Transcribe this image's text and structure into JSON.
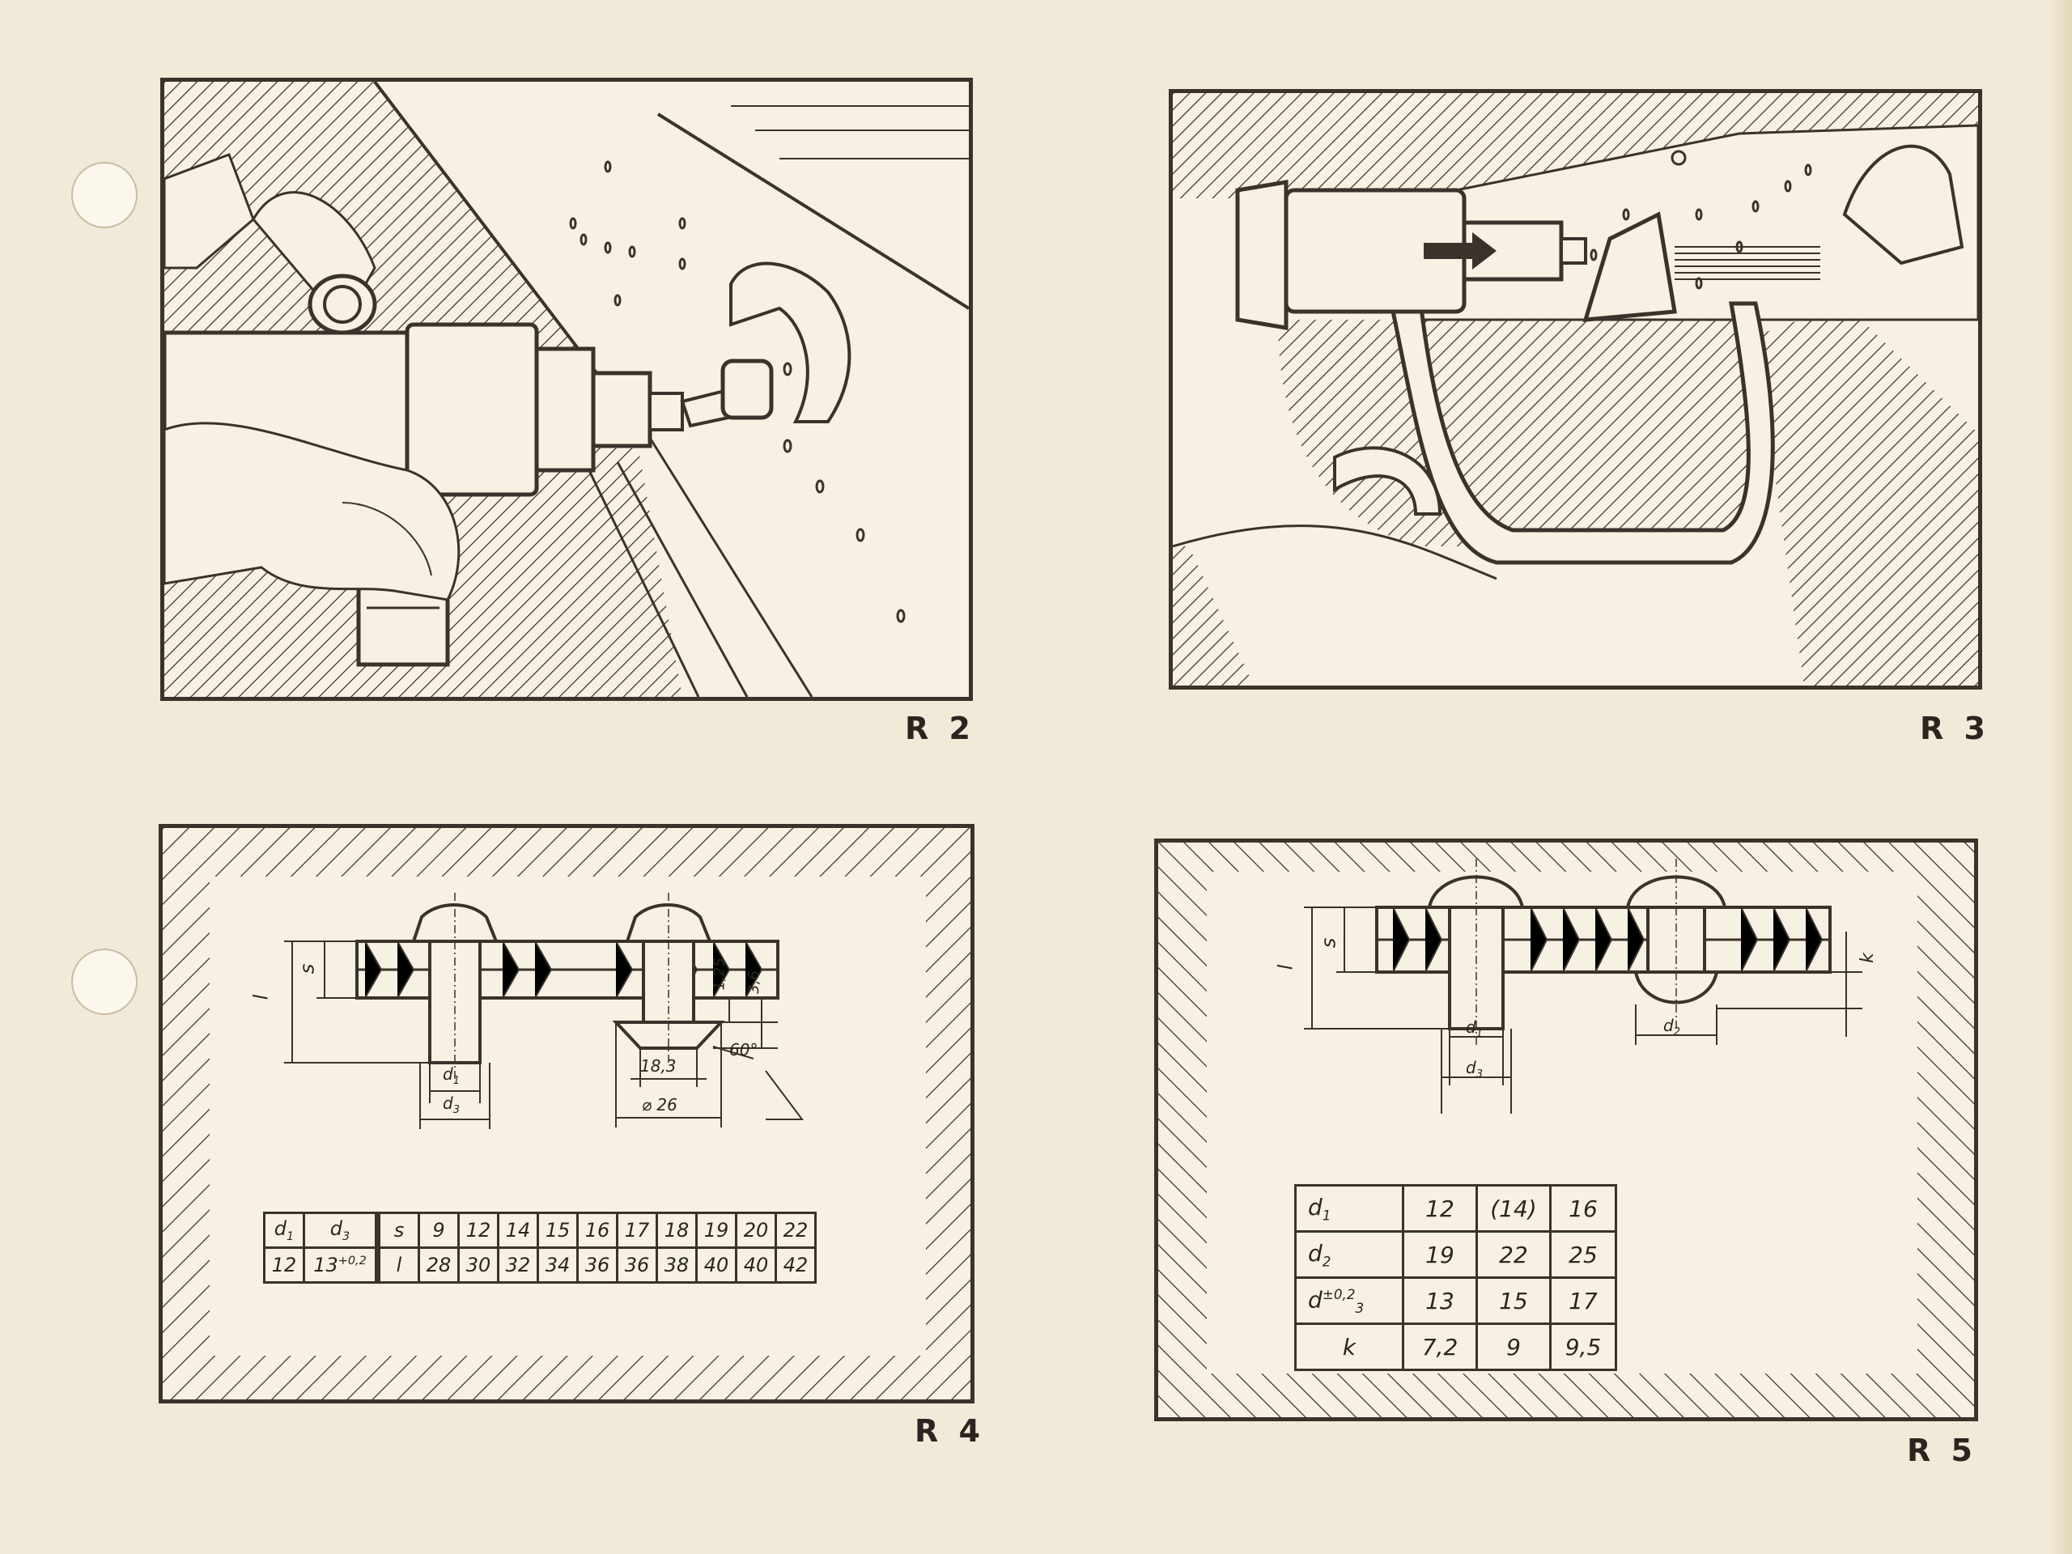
{
  "figures": {
    "r2": {
      "label": "R 2"
    },
    "r3": {
      "label": "R 3"
    },
    "r4": {
      "label": "R 4",
      "dims": {
        "l": "l",
        "s": "s",
        "d1": "d",
        "d3": "d",
        "a": "1,25",
        "b": "3,6",
        "c": "18,3",
        "d": "⌀ 26",
        "angle": "60°"
      },
      "table": {
        "rows": [
          [
            "d",
            "d",
            "s",
            "9",
            "12",
            "14",
            "15",
            "16",
            "17",
            "18",
            "19",
            "20",
            "22"
          ],
          [
            "12",
            "13",
            "l",
            "28",
            "30",
            "32",
            "34",
            "36",
            "36",
            "38",
            "40",
            "40",
            "42"
          ]
        ],
        "d1_sub": "1",
        "d3_sub": "3",
        "tol": "+0,2"
      }
    },
    "r5": {
      "label": "R 5",
      "dims": {
        "l": "l",
        "s": "s",
        "k": "k",
        "d1": "d",
        "d2": "d",
        "d3": "d"
      },
      "table": {
        "rows": [
          [
            "d",
            "12",
            "(14)",
            "16"
          ],
          [
            "d",
            "19",
            "22",
            "25"
          ],
          [
            "d",
            "13",
            "15",
            "17"
          ],
          [
            "k",
            "7,2",
            "9",
            "9,5"
          ]
        ],
        "subs": [
          "1",
          "2",
          "3",
          ""
        ],
        "tol": "±0,2"
      }
    }
  },
  "colors": {
    "paper": "#f1ead8",
    "ink": "#3a322b"
  }
}
